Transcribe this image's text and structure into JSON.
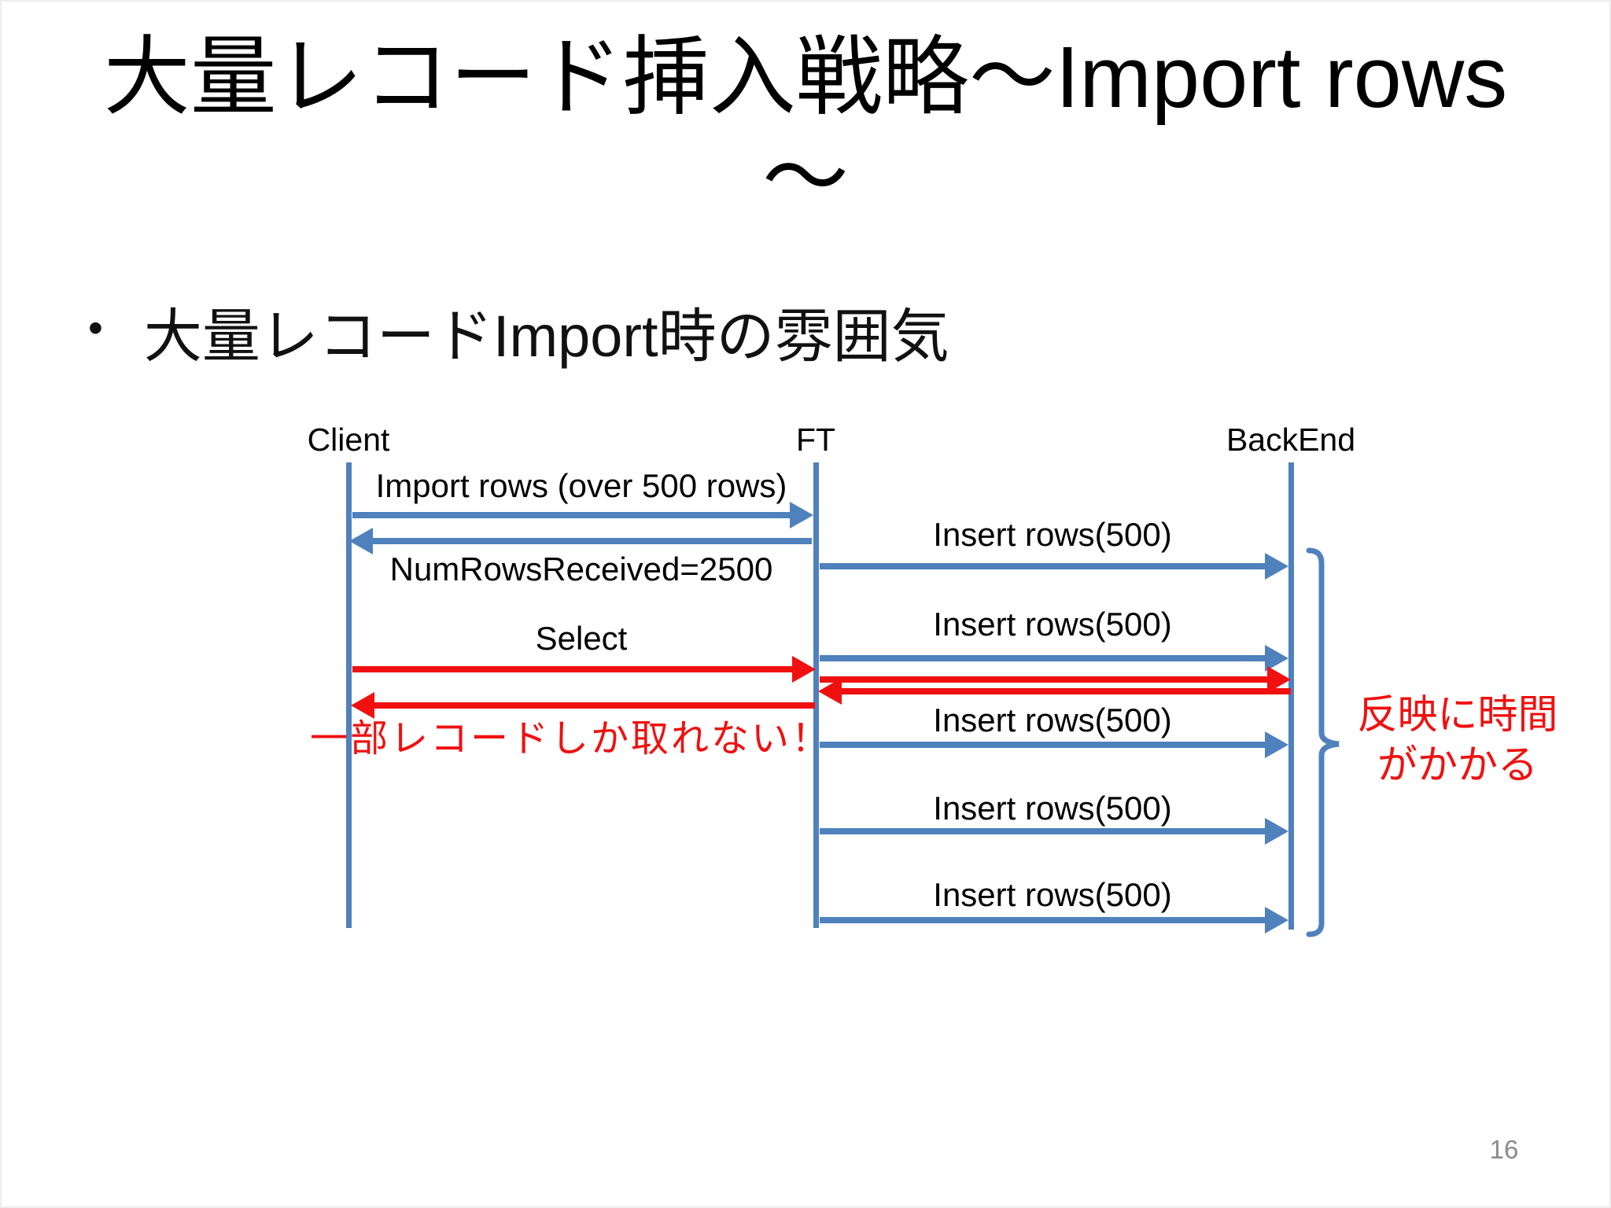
{
  "slide": {
    "title": {
      "jp_part": "大量レコード挿入戦略～",
      "latin_part": "Import rows",
      "line2": "～"
    },
    "bullet": {
      "marker": "•",
      "jp1": "大量レコード",
      "latin": "Import",
      "jp2": "時の雰囲気"
    },
    "page_number": "16"
  },
  "colors": {
    "accent_blue": "#4f81bd",
    "accent_red": "#f01010",
    "text_black": "#111111",
    "page_number_gray": "#8a8a8a"
  },
  "diagram": {
    "lifelines": [
      {
        "label": "Client"
      },
      {
        "label": "FT"
      },
      {
        "label": "BackEnd"
      }
    ],
    "messages": {
      "import_rows": "Import rows (over 500 rows)",
      "num_rows_received": "NumRowsReceived=2500",
      "select": "Select"
    },
    "insert_labels": [
      "Insert rows(500)",
      "Insert rows(500)",
      "Insert rows(500)",
      "Insert rows(500)",
      "Insert rows(500)"
    ],
    "annotations": {
      "partial_records": "一部レコードしか取れない！",
      "reflect_delay_line1": "反映に時間",
      "reflect_delay_line2": "がかかる"
    }
  }
}
